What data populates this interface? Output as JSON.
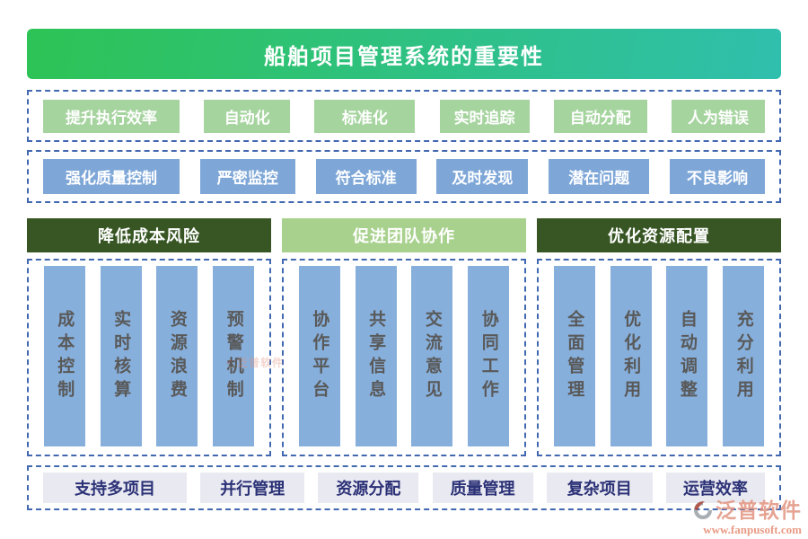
{
  "page": {
    "title": "船舶项目管理系统的重要性"
  },
  "row1": {
    "items": [
      "提升执行效率",
      "自动化",
      "标准化",
      "实时追踪",
      "自动分配",
      "人为错误"
    ]
  },
  "row2": {
    "items": [
      "强化质量控制",
      "严密监控",
      "符合标准",
      "及时发现",
      "潜在问题",
      "不良影响"
    ]
  },
  "sections": [
    {
      "title": "降低成本风险",
      "theme": "dark-green",
      "bars": [
        "成本控制",
        "实时核算",
        "资源浪费",
        "预警机制"
      ]
    },
    {
      "title": "促进团队协作",
      "theme": "light-green",
      "bars": [
        "协作平台",
        "共享信息",
        "交流意见",
        "协同工作"
      ]
    },
    {
      "title": "优化资源配置",
      "theme": "dark-green",
      "bars": [
        "全面管理",
        "优化利用",
        "自动调整",
        "充分利用"
      ]
    }
  ],
  "bottom": {
    "items": [
      "支持多项目",
      "并行管理",
      "资源分配",
      "质量管理",
      "复杂项目",
      "运营效率"
    ]
  },
  "logo": {
    "name": "泛普软件",
    "url": "www.fanpusoft.com"
  },
  "colors": {
    "header_gradient_start": "#2ec355",
    "header_gradient_end": "#2fbfad",
    "green_chip": "#a6d49f",
    "blue_chip": "#7ea7d8",
    "dark_green_header": "#375623",
    "light_green_header": "#a9d18e",
    "bar_blue": "#87afdb",
    "bar_text": "#595959",
    "light_chip_bg": "#e9e9f1",
    "light_chip_text": "#2b3176",
    "dashed_border": "#4268b0",
    "logo_color": "#e2937f"
  }
}
